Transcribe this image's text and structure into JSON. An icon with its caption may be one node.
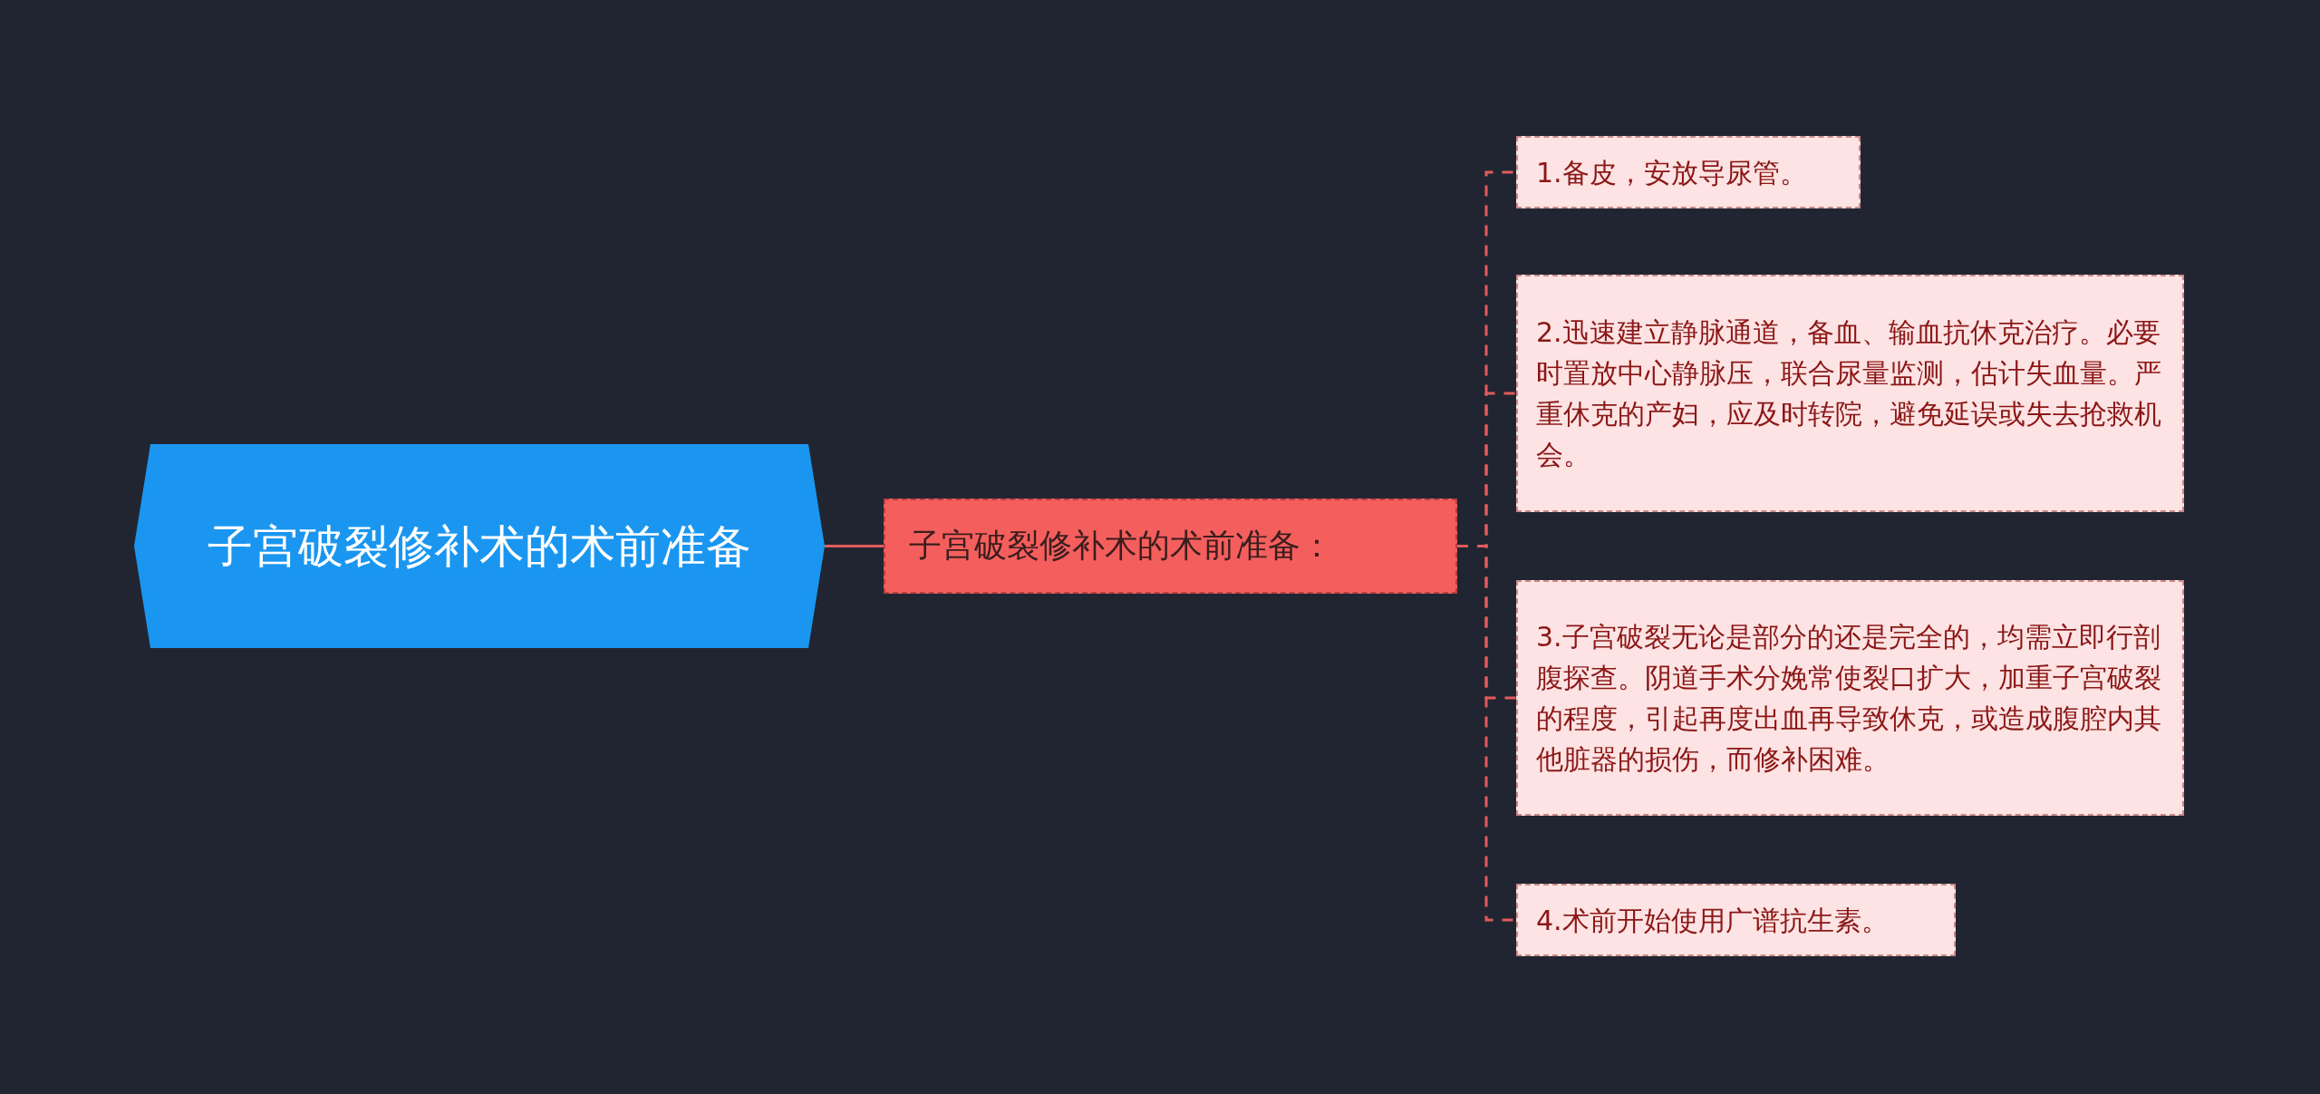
{
  "diagram": {
    "nodes": [
      {
        "text": [
          "子宫破裂修补术的术前准备"
        ]
      },
      {
        "text": [
          "子宫破裂修补术的术前准备："
        ]
      },
      {
        "text": [
          "1.备皮，安放导尿管。"
        ]
      },
      {
        "text": [
          "2.迅速建立静脉通道，备血、输血抗休克治疗。必要时置放中心静脉压，联合尿量监测，估计失血量。严重休克的产妇，应及时转院，避免延误或失去抢救机会。"
        ]
      },
      {
        "text": [
          "3.子宫破裂无论是部分的还是完全的，均需立即行剖腹探查。阴道手术分娩常使裂口扩大，加重子宫破裂的程度，引起再度出血再导致休克，或造成腹腔内其他脏器的损伤，而修补困难。"
        ]
      },
      {
        "text": [
          "4.术前开始使用广谱抗生素。"
        ]
      }
    ],
    "edges": [
      {
        "from": 0,
        "to": 1,
        "arrow": "none"
      },
      {
        "from": 1,
        "to": 2,
        "arrow": "none",
        "style": "dashed"
      },
      {
        "from": 1,
        "to": 3,
        "arrow": "none",
        "style": "dashed"
      },
      {
        "from": 1,
        "to": 4,
        "arrow": "none",
        "style": "dashed"
      },
      {
        "from": 1,
        "to": 5,
        "arrow": "none",
        "style": "dashed"
      }
    ]
  }
}
